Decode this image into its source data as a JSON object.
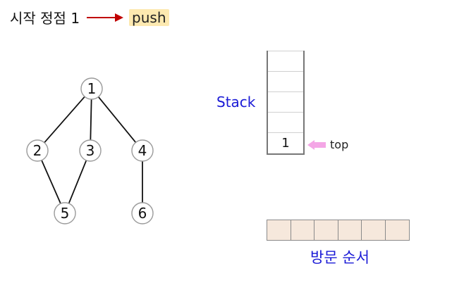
{
  "header": {
    "text": "시작 정점 1",
    "operation": "push",
    "arrow_color": "#c00000"
  },
  "graph": {
    "nodes": [
      {
        "id": "1",
        "label": "1"
      },
      {
        "id": "2",
        "label": "2"
      },
      {
        "id": "3",
        "label": "3"
      },
      {
        "id": "4",
        "label": "4"
      },
      {
        "id": "5",
        "label": "5"
      },
      {
        "id": "6",
        "label": "6"
      }
    ],
    "edges": [
      [
        "1",
        "2"
      ],
      [
        "1",
        "3"
      ],
      [
        "1",
        "4"
      ],
      [
        "2",
        "5"
      ],
      [
        "3",
        "5"
      ],
      [
        "4",
        "6"
      ]
    ]
  },
  "stack": {
    "label": "Stack",
    "items": [
      "1"
    ],
    "capacity": 5,
    "top_label": "top",
    "top_marker_color": "#f4a6e6"
  },
  "visit_order": {
    "label": "방문 순서",
    "cell_count": 6,
    "values": [
      "",
      "",
      "",
      "",
      "",
      ""
    ]
  },
  "colors": {
    "accent_blue": "#1a1ad6",
    "highlight": "#fde9b0",
    "cell_fill": "#f6e8dc"
  }
}
